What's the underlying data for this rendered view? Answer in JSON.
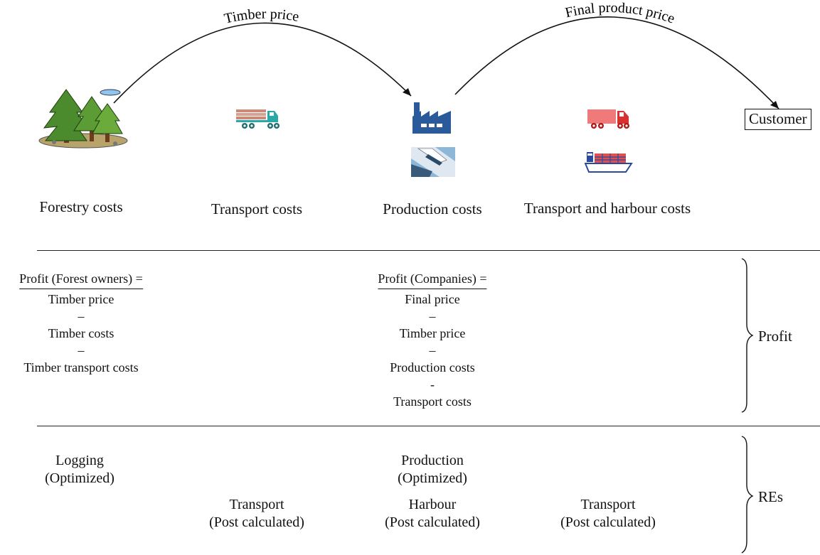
{
  "arrows": {
    "timber_price": "Timber price",
    "final_product_price": "Final product price"
  },
  "customer": "Customer",
  "icons": [
    "forest-icon",
    "log-truck-icon",
    "factory-icon",
    "harbour-icon",
    "red-truck-icon",
    "container-ship-icon"
  ],
  "cost_labels": {
    "forestry": "Forestry costs",
    "transport": "Transport costs",
    "production": "Production costs",
    "transport_harbour": "Transport and harbour costs"
  },
  "profit_forest": {
    "head": "Profit (Forest owners) =",
    "lines": [
      "Timber price",
      "–",
      "Timber costs",
      "–",
      "Timber transport costs"
    ]
  },
  "profit_companies": {
    "head": "Profit (Companies) =",
    "lines": [
      "Final price",
      "–",
      "Timber price",
      "–",
      "Production costs",
      "-",
      "Transport costs"
    ]
  },
  "brace_labels": {
    "profit": "Profit",
    "res": "REs"
  },
  "res": {
    "logging": [
      "Logging",
      "(Optimized)"
    ],
    "production": [
      "Production",
      "(Optimized)"
    ],
    "transport1": [
      "Transport",
      "(Post calculated)"
    ],
    "harbour": [
      "Harbour",
      "(Post calculated)"
    ],
    "transport2": [
      "Transport",
      "(Post calculated)"
    ]
  },
  "colors": {
    "line": "#111111",
    "factory": "#2a5a9a",
    "truck_red": "#d94040",
    "truck_cyan": "#2aa7a7",
    "tree_green": "#4c8a2e"
  }
}
